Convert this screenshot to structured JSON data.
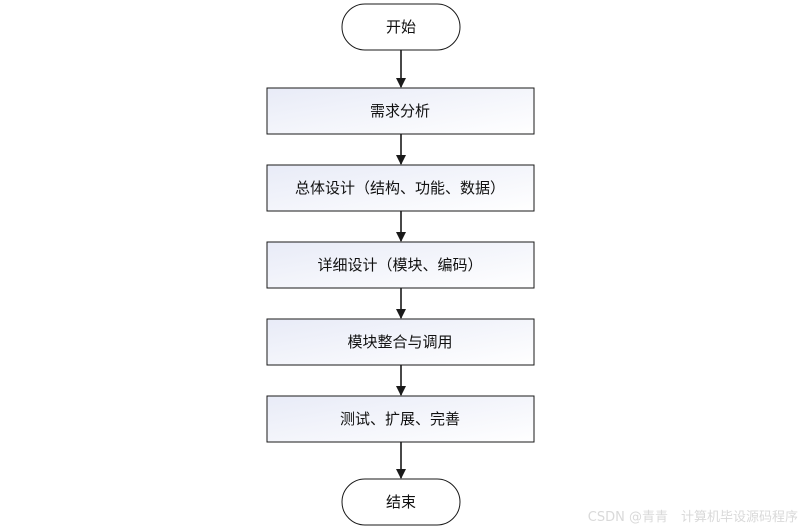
{
  "nodes": [
    {
      "id": "start",
      "label": "开始",
      "shape": "terminal"
    },
    {
      "id": "req",
      "label": "需求分析",
      "shape": "process"
    },
    {
      "id": "overall",
      "label": "总体设计（结构、功能、数据）",
      "shape": "process"
    },
    {
      "id": "detail",
      "label": "详细设计（模块、编码）",
      "shape": "process"
    },
    {
      "id": "integrate",
      "label": "模块整合与调用",
      "shape": "process"
    },
    {
      "id": "test",
      "label": "测试、扩展、完善",
      "shape": "process"
    },
    {
      "id": "end",
      "label": "结束",
      "shape": "terminal"
    }
  ],
  "edges": [
    {
      "from": "start",
      "to": "req"
    },
    {
      "from": "req",
      "to": "overall"
    },
    {
      "from": "overall",
      "to": "detail"
    },
    {
      "from": "detail",
      "to": "integrate"
    },
    {
      "from": "integrate",
      "to": "test"
    },
    {
      "from": "test",
      "to": "end"
    }
  ],
  "colors": {
    "stroke": "#1a1a1a",
    "process_fill_start": "#e8ebf7",
    "process_fill_end": "#ffffff",
    "terminal_fill": "#ffffff"
  },
  "watermark": "CSDN @青青　计算机毕设源码程序"
}
